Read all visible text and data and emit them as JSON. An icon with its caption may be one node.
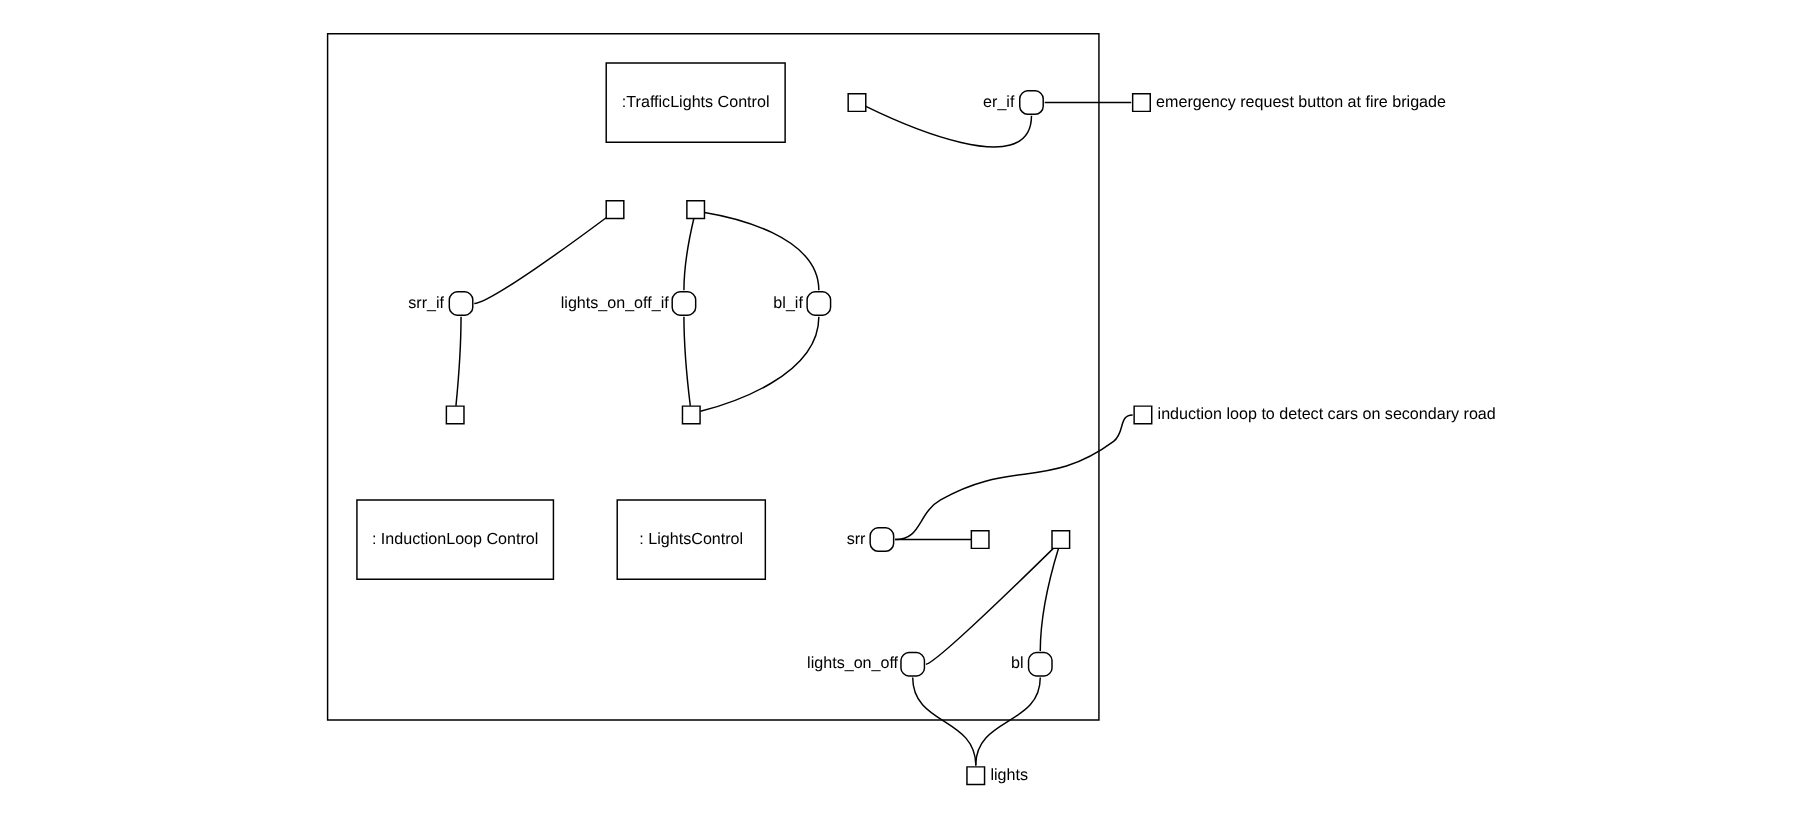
{
  "diagram": {
    "nodes": [
      {
        "text": [],
        "shape": "box"
      },
      {
        "text": [
          ":TrafficLights Control"
        ],
        "in": 0
      },
      {
        "text": [
          ": InductionLoop Control"
        ],
        "in": 0
      },
      {
        "text": [
          ": LightsControl"
        ],
        "in": 0
      },
      {
        "text": [],
        "shape": "box",
        "in": 0
      },
      {
        "text": [],
        "shape": "box",
        "in": 0
      },
      {
        "text": [],
        "shape": "box",
        "in": 0
      },
      {
        "text": [],
        "shape": "box",
        "in": 0
      },
      {
        "text": [],
        "shape": "box",
        "in": 0
      },
      {
        "text": [],
        "shape": "box",
        "in": 0
      },
      {
        "text": [],
        "shape": "box",
        "in": 0
      },
      {
        "text": [],
        "shape": "box",
        "beside": [
          "emergency request button at fire brigade"
        ]
      },
      {
        "text": [],
        "shape": "box",
        "beside": [
          "induction loop to detect cars on secondary road"
        ]
      },
      {
        "text": [],
        "shape": "box",
        "beside": [
          "lights"
        ]
      },
      {
        "text": [
          "er_if"
        ],
        "in": 0
      },
      {
        "text": [
          "srr_if"
        ],
        "in": 0
      },
      {
        "text": [
          "bl_if"
        ],
        "in": 0
      },
      {
        "text": [
          "lights_on_off_if"
        ],
        "in": 0
      },
      {
        "text": [
          "srr"
        ],
        "in": 0
      },
      {
        "text": [
          "lights_on_off"
        ],
        "in": 0
      },
      {
        "text": [
          "bl"
        ],
        "in": 0
      }
    ],
    "edges": [
      {
        "from": 4,
        "to": 14,
        "arrow": "none"
      },
      {
        "from": 14,
        "to": 11,
        "arrow": "none"
      },
      {
        "from": 5,
        "to": 15,
        "arrow": "none"
      },
      {
        "from": 15,
        "to": 7,
        "arrow": "none"
      },
      {
        "from": 6,
        "to": 16,
        "arrow": "none"
      },
      {
        "from": 16,
        "to": 9,
        "arrow": "none"
      },
      {
        "from": 6,
        "to": 17,
        "arrow": "none"
      },
      {
        "from": 17,
        "to": 9,
        "arrow": "none"
      },
      {
        "from": 12,
        "to": 18,
        "arrow": "none"
      },
      {
        "from": 18,
        "to": 8,
        "arrow": "none"
      },
      {
        "from": 10,
        "to": 19,
        "arrow": "none"
      },
      {
        "from": 19,
        "to": 13,
        "arrow": "none"
      },
      {
        "from": 10,
        "to": 20,
        "arrow": "none"
      },
      {
        "from": 20,
        "to": 13,
        "arrow": "none"
      }
    ]
  }
}
